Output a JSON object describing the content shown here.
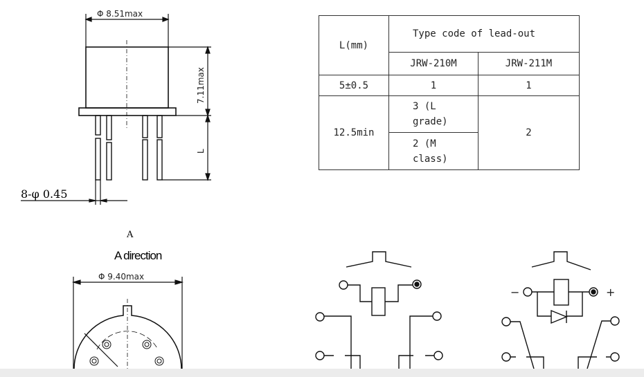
{
  "drawing": {
    "diameter_top": "Φ 8.51max",
    "height_label": "7.11max",
    "lead_length_label": "L",
    "pin_spec": "8-φ 0.45",
    "view_marker": "A",
    "view_title": "A direction",
    "diameter_bottom": "Φ 9.40max",
    "minus_sign": "−",
    "plus_sign": "+"
  },
  "table": {
    "header_l": "L(mm)",
    "header_type": "Type code of lead-out",
    "col_210": "JRW-210M",
    "col_211": "JRW-211M",
    "rows": [
      {
        "l": "5±0.5",
        "jrw210": "1",
        "jrw211": "1"
      },
      {
        "l": "12.5min",
        "jrw210_a": "3 (L grade)",
        "jrw210_b": "2 (M class)",
        "jrw211": "2"
      }
    ]
  }
}
